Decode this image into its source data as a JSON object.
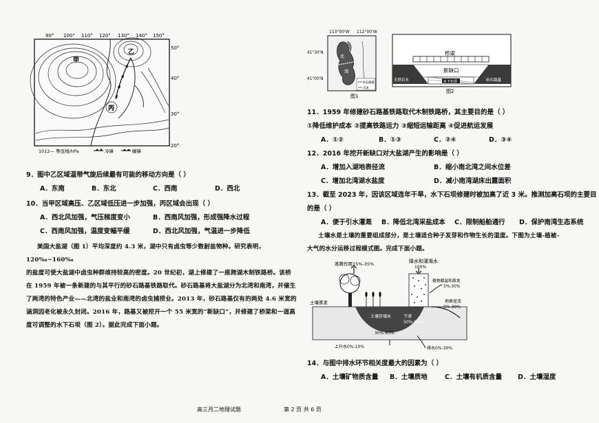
{
  "map1": {
    "lon_labels": [
      "90°",
      "100°",
      "110°",
      "120°",
      "130°",
      "140°",
      "150°"
    ],
    "lat_labels": [
      "50°",
      "40°",
      "30°",
      "20°"
    ],
    "region_jia": "甲",
    "region_yi": "乙",
    "region_bing": "丙",
    "legend_isobar": "1012— 等压线/hPa",
    "legend_cold_front": "冷锋",
    "legend_warm_front": "暖锋"
  },
  "fig1": {
    "lon_left": "113°00'W",
    "lon_right": "112°00'W",
    "lat_top": "41°30'N",
    "lat_bottom": "41°00'N",
    "lake_label_1": "北",
    "lake_label_2": "湾",
    "legend_causeway": "砂石路基",
    "legend_river": "河流",
    "caption": "图1"
  },
  "fig2": {
    "bridge_label": "桥梁",
    "gap_label": "新缺口",
    "left_label": "天然石头",
    "center_label": "水下石坝",
    "right_label": "砂石路基",
    "caption": "图2"
  },
  "questions": {
    "q9": {
      "text": "9．图中乙区域温带气旋后续最有可能的移动方向是（    ）",
      "options": [
        "A．东南",
        "B．东北",
        "C．西南",
        "D．西北"
      ]
    },
    "q10": {
      "text": "10．当甲区域高压、乙区域低压进一步加强，丙区域会出现（    ）",
      "options": [
        "A．西北风加强，气压梯度变小",
        "B．西南风加强，形成强降水过程",
        "C．西南风加强，温度变幅平缓",
        "D．西北风加强，气温进一步降低"
      ]
    },
    "q11": {
      "text": "11．1959 年修建砂石路基铁路取代木制铁路桥，其主要目的是（    ）",
      "choices": "①降低维护成本   ②提高铁路运力   ③缩短运输距离   ④促进航运发展",
      "options": [
        "A．①②",
        "B．①③",
        "C．②④",
        "D．③④"
      ]
    },
    "q12": {
      "text": "12．2016 年挖开新缺口对大盐湖产生的影响是（    ）",
      "options": [
        "A．增加入湖地表径流",
        "B．缩小南北湾之间水位差",
        "C．增加北湾湖水盐度",
        "D．减小南湾湖床出露面积"
      ]
    },
    "q13": {
      "text": "13．截至 2023 年，因该区域连年干旱，水下石坝修建时被加高了近 3 米。推测加高石坝的主要目",
      "text2": "的是（    ）",
      "options": [
        "A．便于引水灌溉",
        "B．降低北湾采盐成本",
        "C．限制船舶通行",
        "D．保护南湾生态系统"
      ]
    },
    "q14": {
      "text": "14．与图中排水环节相关度最大的因素为（    ）",
      "options": [
        "A．土壤矿物质含量",
        "B．土壤质地",
        "C．土壤有机质含量",
        "D．土壤湿度"
      ]
    }
  },
  "passage": {
    "lines": [
      "美国大盐湖（图 1）平均深度约 4.3 米，湖中只有卤虫等少数耐盐物种。研究表明，120‰~160‰",
      "的盐度可使大盐湖中卤虫种群维持较高的密度。20 世纪初，湖上修建了一座跨湖木制铁路桥。该桥",
      "在 1959 年被一条新建的与其平行的砂石路基铁路取代。砂石路基将大盐湖分为北湾和南湾，并催生",
      "了两湾的特色产业——北湾的盐业和南湾的卤虫捕捞业。2013 年，砂石路基仅有的两处 4.6 米宽的",
      "涵洞因老化被永久封闭。2016 年，路基又被挖开一个 55 米宽的“新缺口”，并修建了桥梁和一道高",
      "度可调整的水下石坝（图 2）。据此完成下面小题。"
    ]
  },
  "soil_intro": {
    "lines": [
      "土壤水是土壤的重要组成部分，是土壤适合种子发芽和作物生长的湿度。下图为土壤-植被-",
      "大气的水分运移过程模式图。完成下面小题。"
    ]
  },
  "soil_diagram": {
    "transpiration": "蒸腾作用15%-35%",
    "precip": "降水和灌溉水",
    "precip_pct": "100%",
    "intercept": "植物截留和蒸发",
    "intercept_pct": "5%-30%",
    "runoff": "地表径流",
    "runoff_pct": "0%-30%",
    "soil_evap": "土壤蒸发",
    "infiltration": "下渗",
    "infil_pct": "50%-95%",
    "soil_water": "土壤存储水",
    "capillary": "上升水0%-10%",
    "redistribution": "30%-65%",
    "drainage": "排水0%-30%"
  },
  "footer": {
    "left": "高三月二地理试题",
    "page": "第 2 页 共 6 页"
  }
}
